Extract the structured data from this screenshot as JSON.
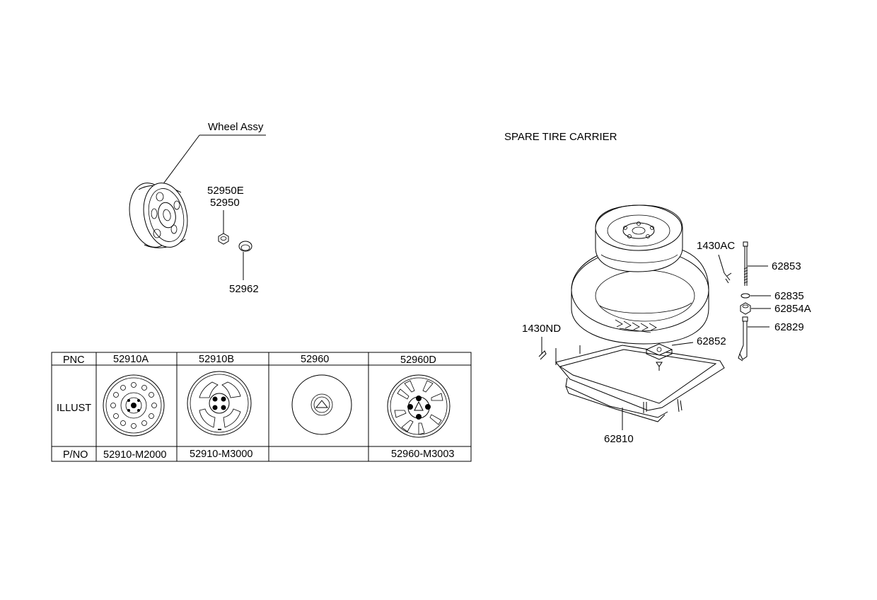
{
  "wheel_section": {
    "wheel_assy_label": "Wheel Assy",
    "nut_label_1": "52950E",
    "nut_label_2": "52950",
    "cap_label": "52962"
  },
  "carrier_section": {
    "title": "SPARE TIRE CARRIER",
    "labels": {
      "bolt_top": "1430AC",
      "rod": "62853",
      "washer": "62835",
      "nut": "62854A",
      "hook": "62829",
      "clip": "1430ND",
      "bracket": "62852",
      "carrier": "62810"
    }
  },
  "table": {
    "row_headers": {
      "pnc": "PNC",
      "illust": "ILLUST",
      "pno": "P/NO"
    },
    "columns": [
      {
        "pnc": "52910A",
        "pno": "52910-M2000"
      },
      {
        "pnc": "52910B",
        "pno": "52910-M3000"
      },
      {
        "pnc": "52960",
        "pno": ""
      },
      {
        "pnc": "52960D",
        "pno": "52960-M3003"
      }
    ]
  }
}
